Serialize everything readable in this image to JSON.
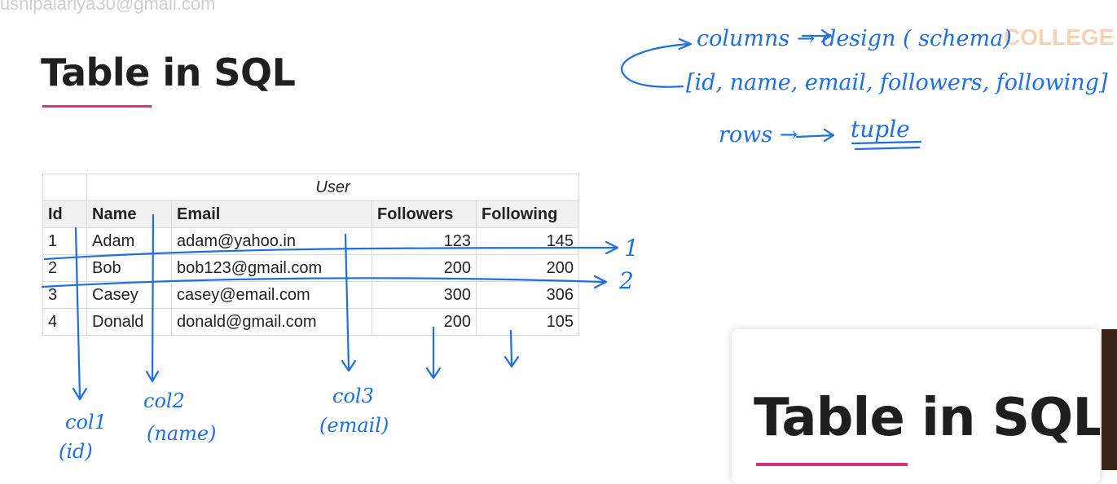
{
  "watermark": {
    "email": "ushipalariya30@gmail.com"
  },
  "slide": {
    "title": "Table in SQL"
  },
  "table": {
    "group_header": "User",
    "columns": [
      "Id",
      "Name",
      "Email",
      "Followers",
      "Following"
    ],
    "rows": [
      [
        "1",
        "Adam",
        "adam@yahoo.in",
        "123",
        "145"
      ],
      [
        "2",
        "Bob",
        "bob123@gmail.com",
        "200",
        "200"
      ],
      [
        "3",
        "Casey",
        "casey@email.com",
        "300",
        "306"
      ],
      [
        "4",
        "Donald",
        "donald@gmail.com",
        "200",
        "105"
      ]
    ]
  },
  "annotations": {
    "columns_line": "columns → design ( schema)",
    "attributes_line": "[id, name, email, followers, following]",
    "rows_line": "rows →",
    "tuple": "tuple",
    "row_1": "1",
    "row_2": "2",
    "col1": "col1",
    "col1_sub": "(id)",
    "col2": "col2",
    "col2_sub": "(name)",
    "col3": "col3",
    "col3_sub": "(email)"
  },
  "pip": {
    "title": "Table in SQL"
  },
  "logo": {
    "text": "COLLEGE"
  },
  "colors": {
    "ink": "#1e6fe0",
    "accent": "#d4317e"
  }
}
